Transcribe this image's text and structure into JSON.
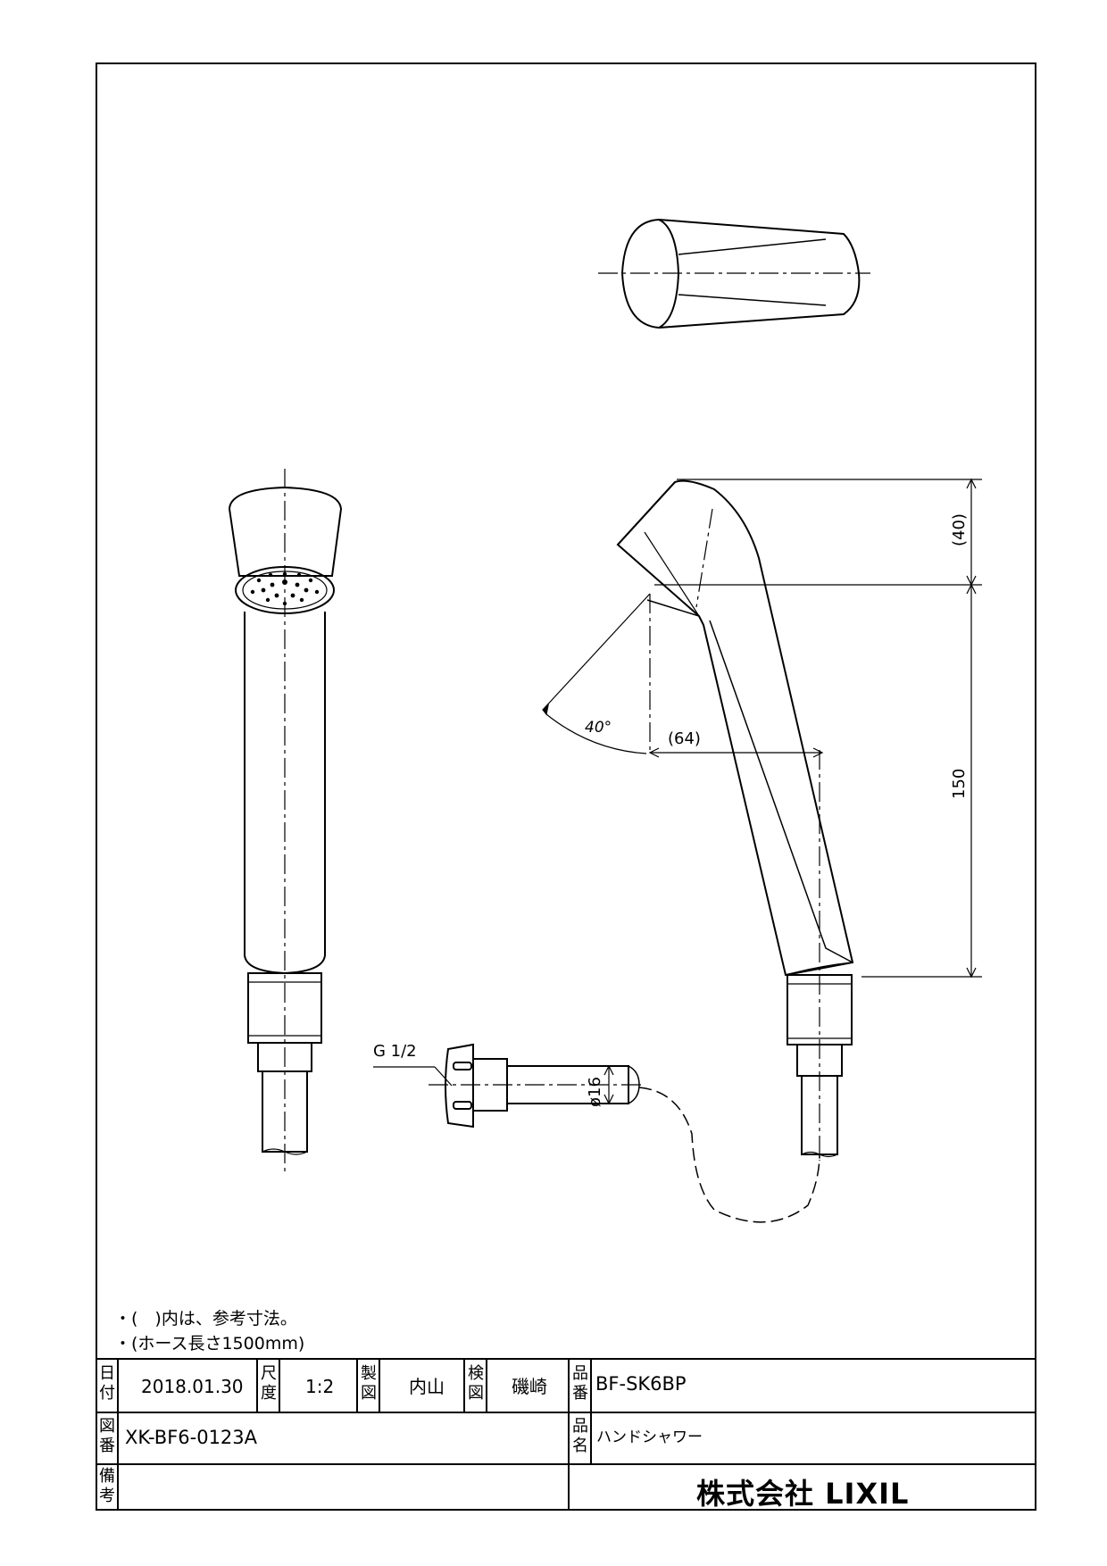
{
  "notes": [
    "・(　)内は、参考寸法。",
    "・(ホース長さ1500mm)"
  ],
  "dimensions": {
    "d40": "(40)",
    "d150": "150",
    "d64": "(64)",
    "angle": "40°",
    "thread": "G 1/2",
    "phi": "ø16"
  },
  "title_block": {
    "date_label": [
      "日",
      "付"
    ],
    "date": "2018.01.30",
    "scale_label": [
      "尺",
      "度"
    ],
    "scale": "1:2",
    "drawn_label": [
      "製",
      "図"
    ],
    "drawn": "内山",
    "checked_label": [
      "検",
      "図"
    ],
    "checked": "磯崎",
    "part_no_label": [
      "品",
      "番"
    ],
    "part_no": "BF-SK6BP",
    "drawing_no_label": [
      "図",
      "番"
    ],
    "drawing_no": "XK-BF6-0123A",
    "name_label": [
      "品",
      "名"
    ],
    "name": "ハンドシャワー",
    "remarks_label": [
      "備",
      "考"
    ],
    "company": "株式会社 LIXIL"
  }
}
